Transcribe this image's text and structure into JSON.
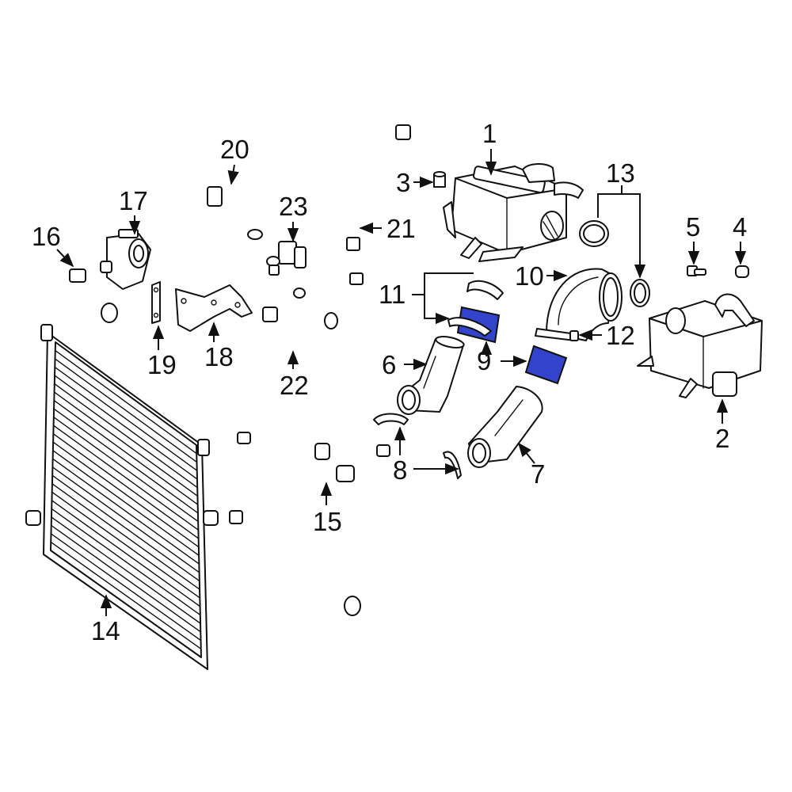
{
  "diagram": {
    "highlight_color": "#3344cc",
    "line_color": "#111111",
    "background": "#ffffff",
    "callouts": {
      "c1": "1",
      "c2": "2",
      "c3": "3",
      "c4": "4",
      "c5": "5",
      "c6": "6",
      "c7": "7",
      "c8": "8",
      "c9": "9",
      "c10": "10",
      "c11": "11",
      "c12": "12",
      "c13": "13",
      "c14": "14",
      "c15": "15",
      "c16": "16",
      "c17": "17",
      "c18": "18",
      "c19": "19",
      "c20": "20",
      "c21": "21",
      "c22": "22",
      "c23": "23"
    },
    "highlighted_part": "9"
  }
}
